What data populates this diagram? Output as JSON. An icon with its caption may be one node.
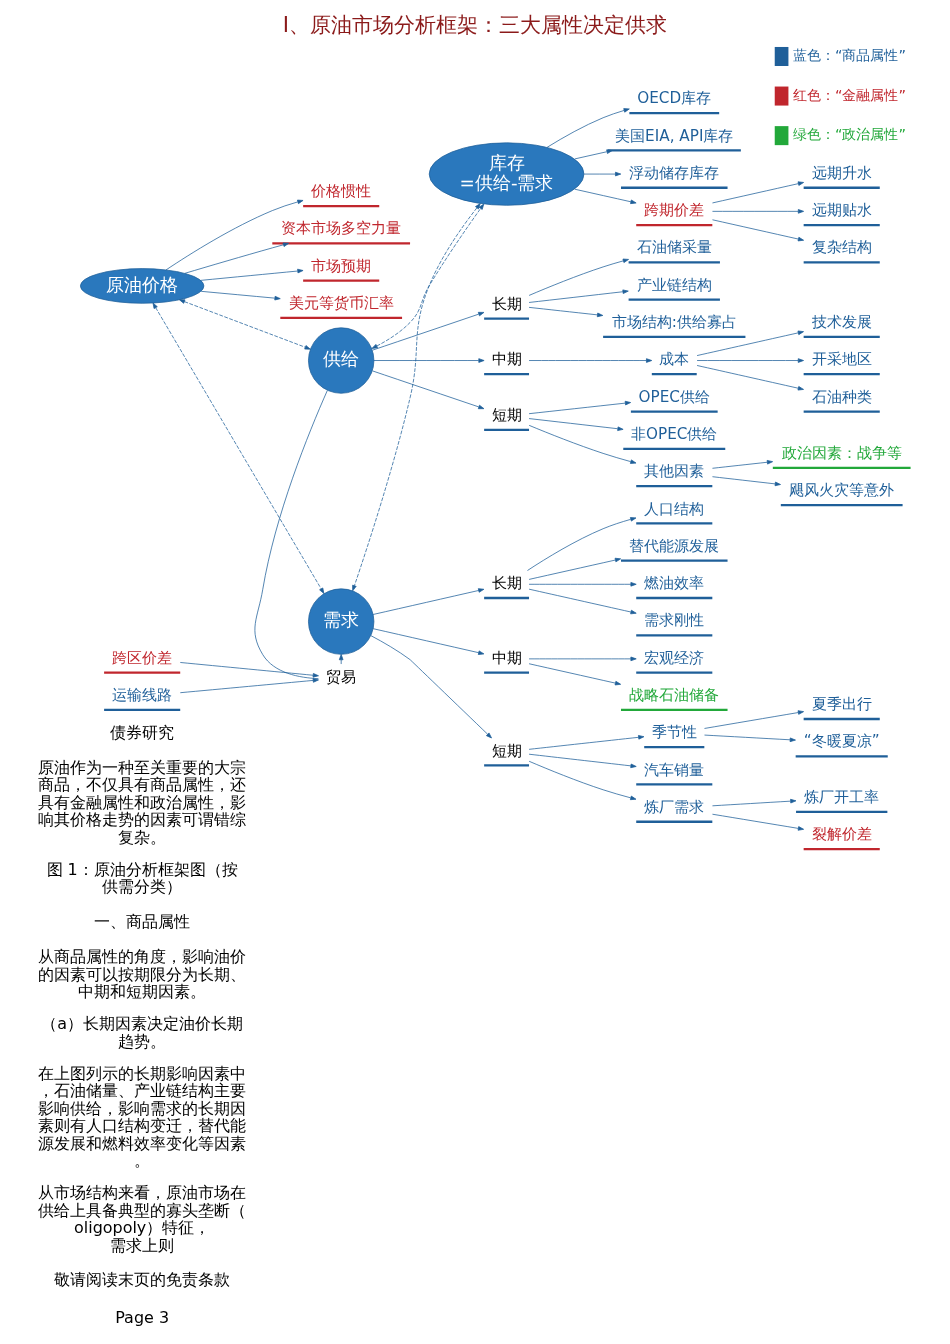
{
  "diagram": {
    "title": "I、原油市场分析框架：三大属性决定供求",
    "nodes": [
      {
        "text": [
          "原油价格"
        ]
      },
      {
        "text": [
          "价格惯性"
        ]
      },
      {
        "text": [
          "资本市场多空力量"
        ]
      },
      {
        "text": [
          "市场预期"
        ]
      },
      {
        "text": [
          "美元等货币汇率"
        ]
      },
      {
        "text": [
          "跨区价差"
        ]
      },
      {
        "text": [
          "供给"
        ]
      },
      {
        "text": [
          "贸易"
        ]
      },
      {
        "text": [
          "需求"
        ]
      },
      {
        "text": [
          "运输线路"
        ]
      },
      {
        "text": [
          "库存",
          "=供给-需求"
        ]
      },
      {
        "text": [
          "长期"
        ]
      },
      {
        "text": [
          "石油储采量"
        ]
      },
      {
        "text": [
          "产业链结构"
        ]
      },
      {
        "text": [
          "市场结构:供给寡占"
        ]
      },
      {
        "text": [
          "中期"
        ]
      },
      {
        "text": [
          "成本"
        ]
      },
      {
        "text": [
          "技术发展"
        ]
      },
      {
        "text": [
          "开采地区"
        ]
      },
      {
        "text": [
          "石油种类"
        ]
      },
      {
        "text": [
          "短期"
        ]
      },
      {
        "text": [
          "OPEC供给"
        ]
      },
      {
        "text": [
          "非OPEC供给"
        ]
      },
      {
        "text": [
          "其他因素"
        ]
      },
      {
        "text": [
          "政治因素：战争等"
        ]
      },
      {
        "text": [
          "飓风火灾等意外"
        ]
      },
      {
        "text": [
          "长期"
        ]
      },
      {
        "text": [
          "人口结构"
        ]
      },
      {
        "text": [
          "替代能源发展"
        ]
      },
      {
        "text": [
          "燃油效率"
        ]
      },
      {
        "text": [
          "需求刚性"
        ]
      },
      {
        "text": [
          "中期"
        ]
      },
      {
        "text": [
          "宏观经济"
        ]
      },
      {
        "text": [
          "战略石油储备"
        ]
      },
      {
        "text": [
          "短期"
        ]
      },
      {
        "text": [
          "季节性"
        ]
      },
      {
        "text": [
          "夏季出行"
        ]
      },
      {
        "text": [
          "“冬暖夏凉”"
        ]
      },
      {
        "text": [
          "汽车销量"
        ]
      },
      {
        "text": [
          "炼厂需求"
        ]
      },
      {
        "text": [
          "炼厂开工率"
        ]
      },
      {
        "text": [
          "裂解价差"
        ]
      },
      {
        "text": [
          "OECD库存"
        ]
      },
      {
        "text": [
          "美国EIA, API库存"
        ]
      },
      {
        "text": [
          "浮动储存库存"
        ]
      },
      {
        "text": [
          "跨期价差"
        ]
      },
      {
        "text": [
          "远期升水"
        ]
      },
      {
        "text": [
          "远期贴水"
        ]
      },
      {
        "text": [
          "复杂结构"
        ]
      }
    ],
    "edges": [
      {
        "from": 0,
        "to": 1,
        "arrow": "to"
      },
      {
        "from": 0,
        "to": 2,
        "arrow": "to"
      },
      {
        "from": 0,
        "to": 3,
        "arrow": "to"
      },
      {
        "from": 0,
        "to": 4,
        "arrow": "to"
      },
      {
        "from": 0,
        "to": 6,
        "arrow": "both",
        "style": "dashed"
      },
      {
        "from": 0,
        "to": 8,
        "arrow": "both",
        "style": "dashed"
      },
      {
        "from": 6,
        "to": 10,
        "arrow": "both",
        "style": "dashed"
      },
      {
        "from": 10,
        "to": 8,
        "arrow": "both",
        "style": "dashed"
      },
      {
        "from": 6,
        "to": 7,
        "arrow": "none"
      },
      {
        "from": 7,
        "to": 8,
        "arrow": "to"
      },
      {
        "from": 5,
        "to": 7,
        "arrow": "to"
      },
      {
        "from": 9,
        "to": 7,
        "arrow": "to"
      },
      {
        "from": 6,
        "to": 11,
        "arrow": "to"
      },
      {
        "from": 11,
        "to": 12,
        "arrow": "to"
      },
      {
        "from": 11,
        "to": 13,
        "arrow": "to"
      },
      {
        "from": 11,
        "to": 14,
        "arrow": "to"
      },
      {
        "from": 6,
        "to": 15,
        "arrow": "to"
      },
      {
        "from": 15,
        "to": 16,
        "arrow": "to"
      },
      {
        "from": 16,
        "to": 17,
        "arrow": "to"
      },
      {
        "from": 16,
        "to": 18,
        "arrow": "to"
      },
      {
        "from": 16,
        "to": 19,
        "arrow": "to"
      },
      {
        "from": 6,
        "to": 20,
        "arrow": "to"
      },
      {
        "from": 20,
        "to": 21,
        "arrow": "to"
      },
      {
        "from": 20,
        "to": 22,
        "arrow": "to"
      },
      {
        "from": 20,
        "to": 23,
        "arrow": "to"
      },
      {
        "from": 23,
        "to": 24,
        "arrow": "to"
      },
      {
        "from": 23,
        "to": 25,
        "arrow": "to"
      },
      {
        "from": 8,
        "to": 26,
        "arrow": "to"
      },
      {
        "from": 26,
        "to": 27,
        "arrow": "to"
      },
      {
        "from": 26,
        "to": 28,
        "arrow": "to"
      },
      {
        "from": 26,
        "to": 29,
        "arrow": "to"
      },
      {
        "from": 26,
        "to": 30,
        "arrow": "to"
      },
      {
        "from": 8,
        "to": 31,
        "arrow": "to"
      },
      {
        "from": 31,
        "to": 32,
        "arrow": "to"
      },
      {
        "from": 31,
        "to": 33,
        "arrow": "to"
      },
      {
        "from": 8,
        "to": 34,
        "arrow": "to"
      },
      {
        "from": 34,
        "to": 35,
        "arrow": "to"
      },
      {
        "from": 35,
        "to": 36,
        "arrow": "to"
      },
      {
        "from": 35,
        "to": 37,
        "arrow": "to"
      },
      {
        "from": 34,
        "to": 38,
        "arrow": "to"
      },
      {
        "from": 34,
        "to": 39,
        "arrow": "to"
      },
      {
        "from": 39,
        "to": 40,
        "arrow": "to"
      },
      {
        "from": 39,
        "to": 41,
        "arrow": "to"
      },
      {
        "from": 10,
        "to": 42,
        "arrow": "to"
      },
      {
        "from": 10,
        "to": 43,
        "arrow": "to"
      },
      {
        "from": 10,
        "to": 44,
        "arrow": "to"
      },
      {
        "from": 10,
        "to": 45,
        "arrow": "to"
      },
      {
        "from": 45,
        "to": 46,
        "arrow": "to"
      },
      {
        "from": 45,
        "to": 47,
        "arrow": "to"
      },
      {
        "from": 45,
        "to": 48,
        "arrow": "to"
      }
    ],
    "labels": [
      "债券研究",
      "原油作为一种至关重要的大宗商品，不仅具有商品属性，还具有金融属性和政治属性，影响其价格走势的因素可谓错综复杂。",
      "图 1：原油分析框架图（按供需分类）",
      "一、商品属性",
      "从商品属性的角度，影响油价的因素可以按期限分为长期、中期和短期因素。",
      "（a）长期因素决定油价长期趋势。",
      "在上图列示的长期影响因素中，石油储量、产业链结构主要影响供给，影响需求的长期因素则有人口结构变迁，替代能源发展和燃料效率变化等因素。",
      "从市场结构来看，原油市场在供给上具备典型的寡头垄断（oligopoly）特征，需求上则",
      "敬请阅读末页的免责条款",
      "Page 3"
    ],
    "legend": [
      {
        "text": "蓝色：“商品属性”",
        "color": "#1f5f99"
      },
      {
        "text": "红色：“金融属性”",
        "color": "#c0262d"
      },
      {
        "text": "绿色：“政治属性”",
        "color": "#22a83a"
      }
    ]
  }
}
